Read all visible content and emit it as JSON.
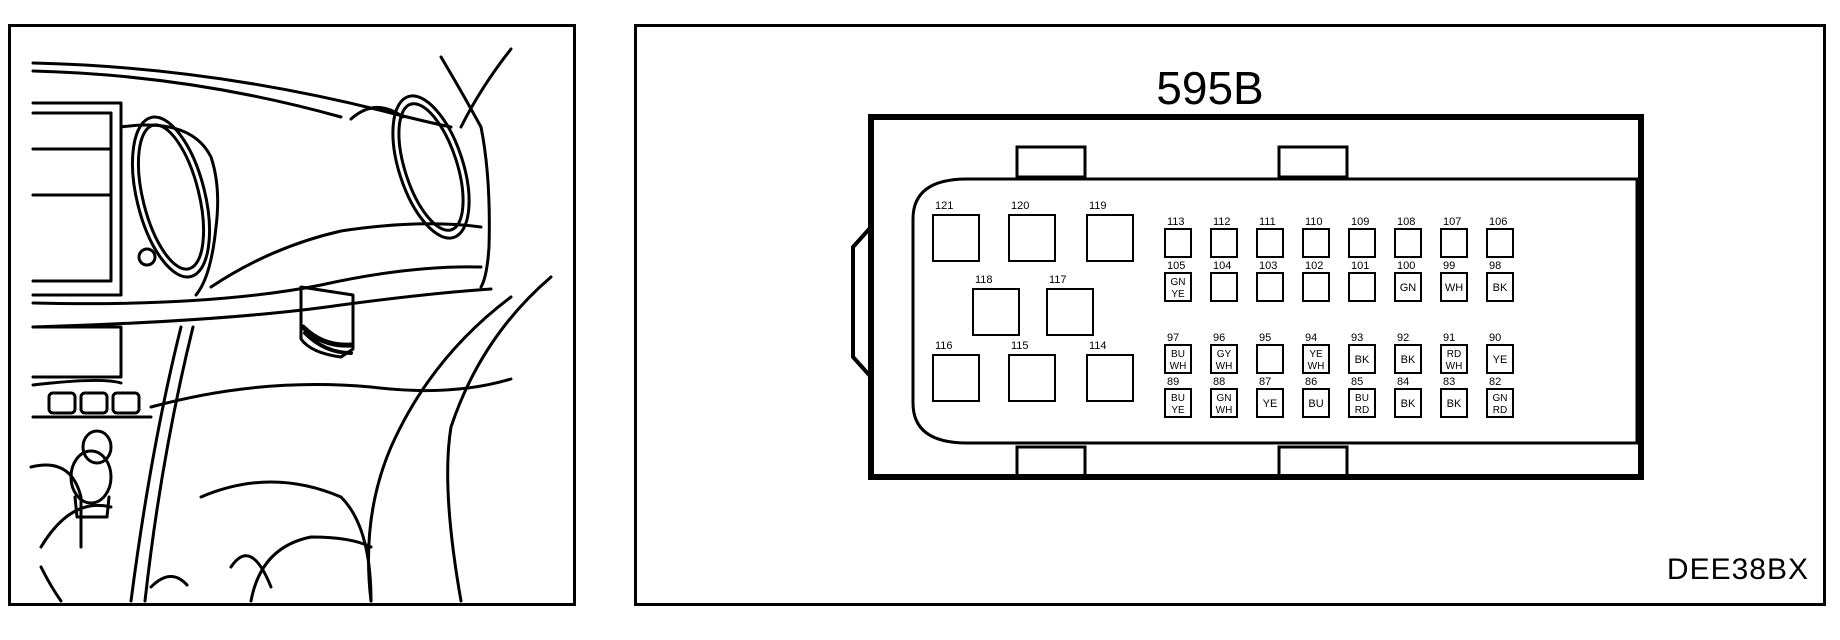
{
  "connector": {
    "name": "595B",
    "figure_code": "DEE38BX",
    "big_pins": [
      {
        "num": "121"
      },
      {
        "num": "120"
      },
      {
        "num": "119"
      },
      {
        "num": "118"
      },
      {
        "num": "117"
      },
      {
        "num": "116"
      },
      {
        "num": "115"
      },
      {
        "num": "114"
      }
    ],
    "rows": [
      [
        {
          "num": "113",
          "wire": ""
        },
        {
          "num": "112",
          "wire": ""
        },
        {
          "num": "111",
          "wire": ""
        },
        {
          "num": "110",
          "wire": ""
        },
        {
          "num": "109",
          "wire": ""
        },
        {
          "num": "108",
          "wire": ""
        },
        {
          "num": "107",
          "wire": ""
        },
        {
          "num": "106",
          "wire": ""
        }
      ],
      [
        {
          "num": "105",
          "wire": "GN YE"
        },
        {
          "num": "104",
          "wire": ""
        },
        {
          "num": "103",
          "wire": ""
        },
        {
          "num": "102",
          "wire": ""
        },
        {
          "num": "101",
          "wire": ""
        },
        {
          "num": "100",
          "wire": "GN"
        },
        {
          "num": "99",
          "wire": "WH"
        },
        {
          "num": "98",
          "wire": "BK"
        }
      ],
      [
        {
          "num": "97",
          "wire": "BU WH"
        },
        {
          "num": "96",
          "wire": "GY WH"
        },
        {
          "num": "95",
          "wire": ""
        },
        {
          "num": "94",
          "wire": "YE WH"
        },
        {
          "num": "93",
          "wire": "BK"
        },
        {
          "num": "92",
          "wire": "BK"
        },
        {
          "num": "91",
          "wire": "RD WH"
        },
        {
          "num": "90",
          "wire": "YE"
        }
      ],
      [
        {
          "num": "89",
          "wire": "BU YE"
        },
        {
          "num": "88",
          "wire": "GN WH"
        },
        {
          "num": "87",
          "wire": "YE"
        },
        {
          "num": "86",
          "wire": "BU"
        },
        {
          "num": "85",
          "wire": "BU RD"
        },
        {
          "num": "84",
          "wire": "BK"
        },
        {
          "num": "83",
          "wire": "BK"
        },
        {
          "num": "82",
          "wire": "GN RD"
        }
      ]
    ]
  }
}
